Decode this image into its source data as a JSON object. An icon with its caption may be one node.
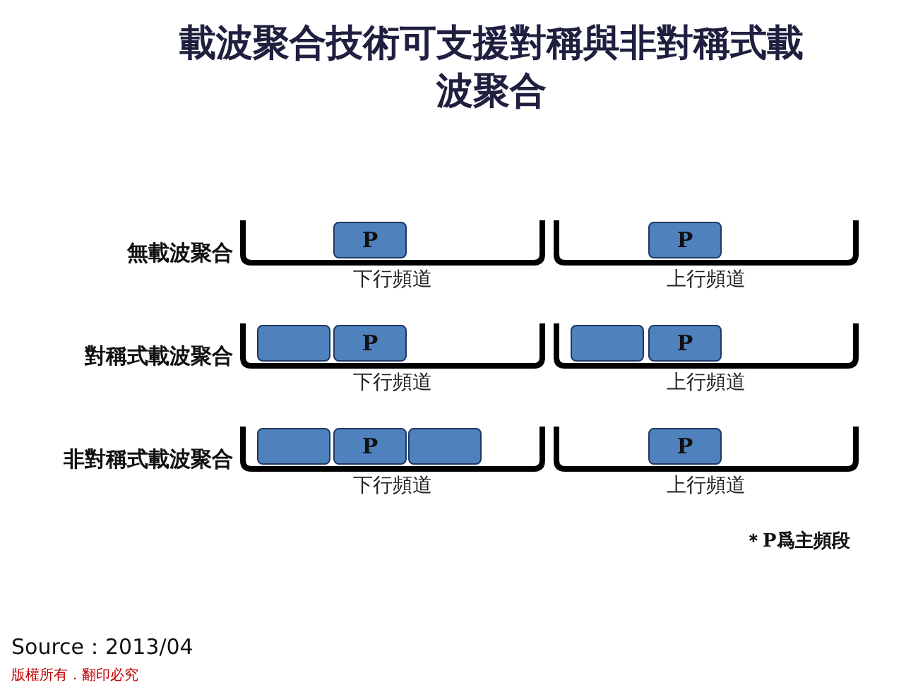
{
  "diagram": {
    "title": "載波聚合技術可支援對稱與非對稱式載波聚合",
    "nodes": [
      {
        "text": [
          "下行頻道"
        ]
      },
      {
        "text": [
          "P"
        ],
        "in": 0
      },
      {
        "text": [
          "上行頻道"
        ]
      },
      {
        "text": [
          "P"
        ],
        "in": 2
      },
      {
        "text": [
          "下行頻道"
        ]
      },
      {
        "text": [],
        "shape": "box",
        "in": 4
      },
      {
        "text": [
          "P"
        ],
        "in": 4
      },
      {
        "text": [
          "上行頻道"
        ]
      },
      {
        "text": [],
        "shape": "box",
        "in": 7
      },
      {
        "text": [
          "P"
        ],
        "in": 7
      },
      {
        "text": [
          "下行頻道"
        ]
      },
      {
        "text": [],
        "shape": "box",
        "in": 10
      },
      {
        "text": [
          "P"
        ],
        "in": 10
      },
      {
        "text": [],
        "shape": "box",
        "in": 10
      },
      {
        "text": [
          "上行頻道"
        ]
      },
      {
        "text": [
          "P"
        ],
        "in": 14
      }
    ],
    "edges": [],
    "labels": [
      "無載波聚合",
      "對稱式載波聚合",
      "非對稱式載波聚合",
      "＊P爲主頻段",
      "Source：2013/04",
      "版權所有．翻印必究"
    ]
  }
}
